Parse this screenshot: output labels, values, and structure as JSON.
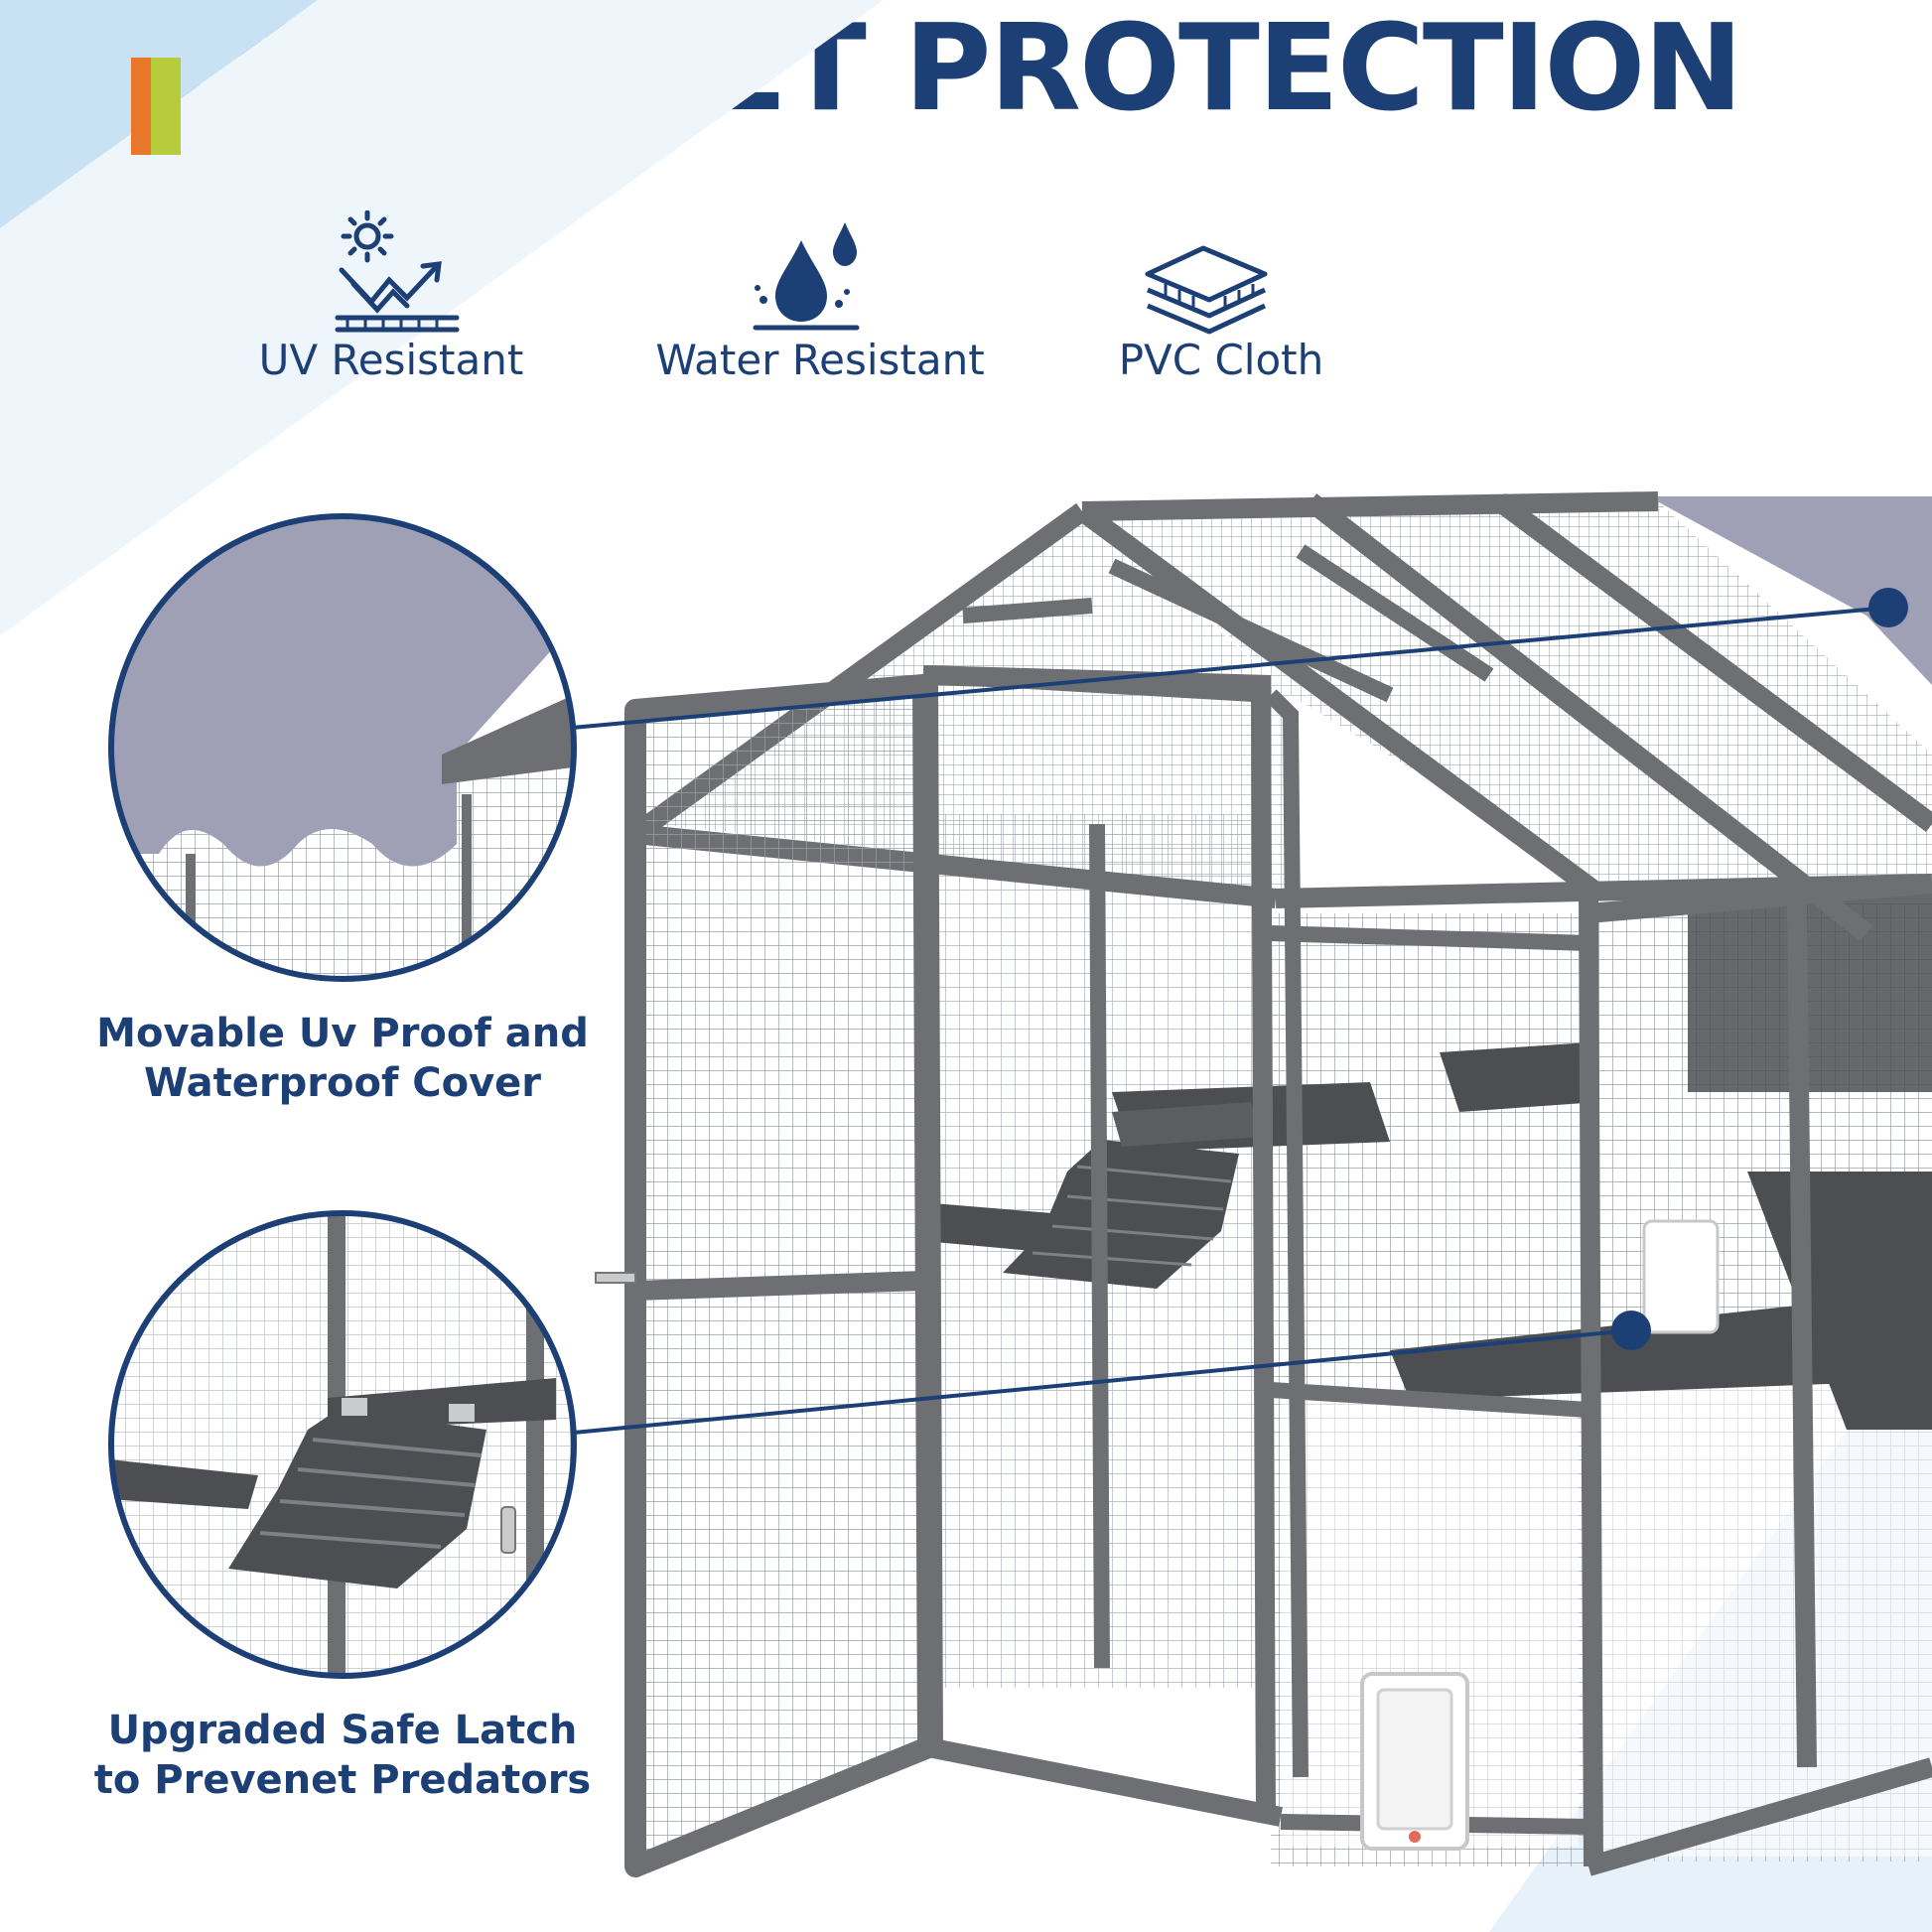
{
  "header": {
    "title": "ULTRAVIOLET PROTECTION",
    "accent_colors": [
      "#e8762b",
      "#b7cc3a"
    ]
  },
  "features": [
    {
      "label": "UV Resistant",
      "icon": "sun-uv-arrows-icon"
    },
    {
      "label": "Water Resistant",
      "icon": "water-drops-icon"
    },
    {
      "label": "PVC Cloth",
      "icon": "layered-fabric-icon"
    }
  ],
  "callouts": [
    {
      "line1": "Movable Uv Proof and",
      "line2": "Waterproof Cover"
    },
    {
      "line1": "Upgraded Safe Latch",
      "line2": "to Prevenet Predators"
    }
  ],
  "colors": {
    "navy": "#1c3f75",
    "frame_gray": "#6d6f73",
    "cover_gray": "#9fa0b6",
    "background_stripe": "#c9e2f3"
  }
}
